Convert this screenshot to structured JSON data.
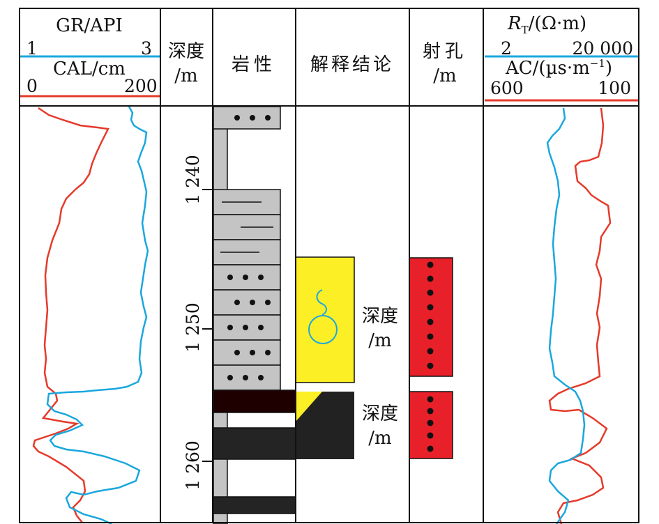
{
  "gr_cal_track": {
    "gr_label": "GR/API",
    "gr_min": "1",
    "gr_max": "3",
    "cal_label": "CAL/cm",
    "cal_min": "0",
    "cal_max": "200",
    "gr_color": "#1aa7de",
    "cal_color": "#e53a2b"
  },
  "depth_track": {
    "header": "深度",
    "unit": "/m",
    "ticks": [
      "1 240",
      "1 250",
      "1 260"
    ]
  },
  "lithology_track": {
    "header": "岩性",
    "sand_color": "#c4c4c4",
    "coal_color": "#1f0000",
    "mudstone_color": "#242424"
  },
  "interpretation_track": {
    "header": "解释结论",
    "zones": [
      {
        "label_main": "深度",
        "label_unit": "/m",
        "color": "#fcef26",
        "symbol": "gas-bubble-icon"
      },
      {
        "label_main": "深度",
        "label_unit": "/m",
        "color": "#222222",
        "symbol": "yellow-triangle-icon"
      }
    ]
  },
  "perforation_track": {
    "header_main": "射孔",
    "header_unit": "/m",
    "color": "#e8202a",
    "intervals": [
      {
        "holes": 8
      },
      {
        "holes": 5
      }
    ]
  },
  "resistivity_track": {
    "rt_label_main": "R",
    "rt_label_sub": "T",
    "rt_label_rest": "/(Ω·m)",
    "rt_min": "2",
    "rt_max": "20 000",
    "ac_label": "AC/(µs·m",
    "ac_exp": "−1",
    "ac_close": ")",
    "ac_min": "600",
    "ac_max": "100",
    "rt_color": "#1aa7de",
    "ac_color": "#e53a2b"
  }
}
